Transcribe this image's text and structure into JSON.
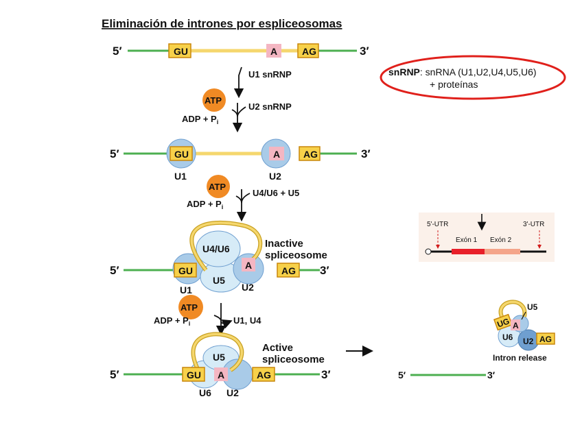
{
  "title": "Eliminación de intrones por espliceosomas",
  "note": {
    "bold": "snRNP",
    "line1": ": snRNA (U1,U2,U4,U5,U6)",
    "line2": "+ proteínas"
  },
  "ends": {
    "five": "5′",
    "three": "3′"
  },
  "labels": {
    "gu": "GU",
    "a": "A",
    "ag": "AG",
    "ug": "UG",
    "atp": "ATP",
    "adp": "ADP + P",
    "pi_sub": "i",
    "u1": "U1",
    "u2": "U2",
    "u4u6": "U4/U6",
    "u5": "U5",
    "u6": "U6"
  },
  "steps": {
    "step1": "U1 snRNP",
    "step2": "U2 snRNP",
    "step3": "U4/U6 + U5",
    "step4": "U1, U4"
  },
  "states": {
    "inactive1": "Inactive",
    "inactive2": "spliceosome",
    "active1": "Active",
    "active2": "spliceosome",
    "release": "Intron release"
  },
  "gene_inset": {
    "utr5": "5'-UTR",
    "utr3": "3'-UTR",
    "exon1": "Exón 1",
    "exon2": "Exón 2"
  },
  "colors": {
    "rna_green": "#4caf50",
    "intron_yellow": "#f5d76e",
    "box_yellow": "#f7d14a",
    "box_border": "#c8860a",
    "a_pink": "#f4b6c2",
    "snrnp_blue": "#a9cbe8",
    "snrnp_pale": "#d6ebf7",
    "snrnp_dark": "#6f9fd0",
    "atp_orange": "#f08a24",
    "oval_red": "#e0201b",
    "exon_red": "#e8202a",
    "exon_salmon": "#f4a58a",
    "inset_bg": "#fbf1ea"
  }
}
